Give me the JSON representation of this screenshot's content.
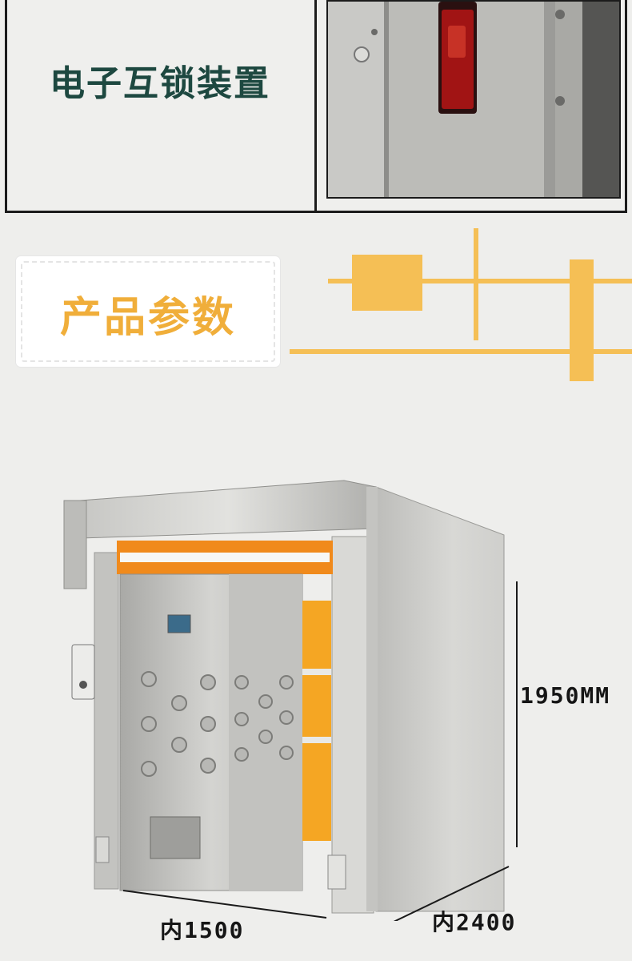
{
  "feature": {
    "title": "电子互锁装置"
  },
  "section": {
    "title": "产品参数"
  },
  "dimensions": {
    "height": "1950MM",
    "inner_width": "内1500",
    "inner_depth": "内2400"
  },
  "colors": {
    "feature_title": "#1d4840",
    "section_title": "#f0ae3a",
    "accent": "#f5bf55",
    "curtain_orange": "#f08a1c"
  },
  "images": [
    {
      "name": "electronic-interlock-photo",
      "icon": "red-indicator-light"
    },
    {
      "name": "air-shower-room",
      "icon": "stainless-steel-cabinet"
    }
  ]
}
